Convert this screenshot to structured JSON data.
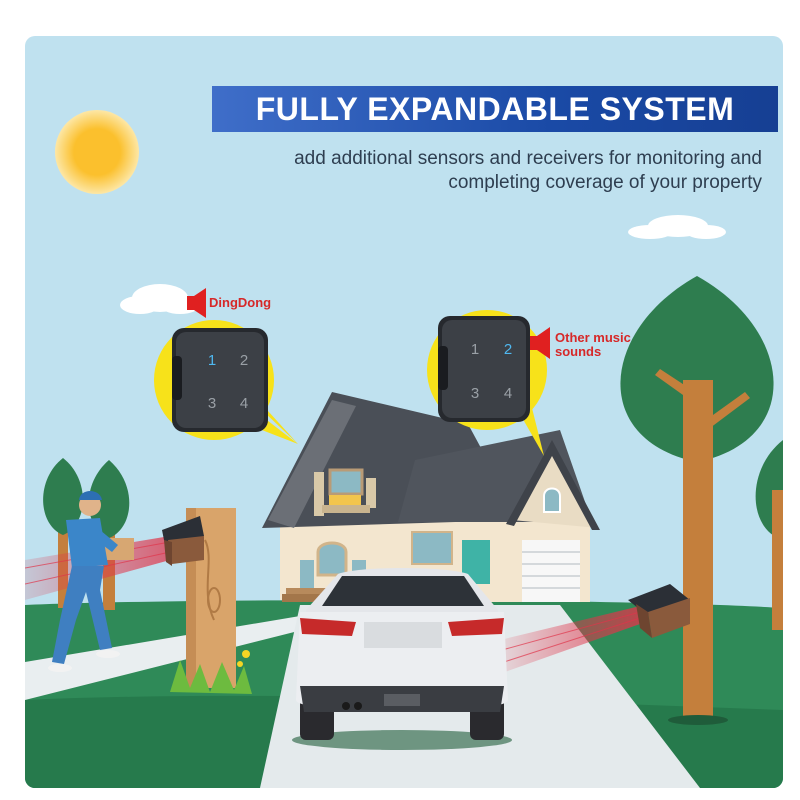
{
  "banner": {
    "title": "FULLY EXPANDABLE SYSTEM"
  },
  "subtitle": {
    "line1": "add additional sensors and receivers for monitoring and",
    "line2": "completing coverage of your property"
  },
  "receivers": [
    {
      "sound_label": "DingDong",
      "keys": [
        "1",
        "2",
        "3",
        "4"
      ],
      "active_key": "1"
    },
    {
      "sound_label_line1": "Other music",
      "sound_label_line2": "sounds",
      "keys": [
        "1",
        "2",
        "3",
        "4"
      ],
      "active_key": "2"
    }
  ],
  "colors": {
    "sky": "#bfe1ef",
    "grass": "#2f8a58",
    "banner": "#1a4aa6",
    "highlight_yellow": "#f7e21a",
    "laser_red": "#e0354a",
    "active_key_blue": "#4fb8f0",
    "label_red": "#d62828"
  }
}
